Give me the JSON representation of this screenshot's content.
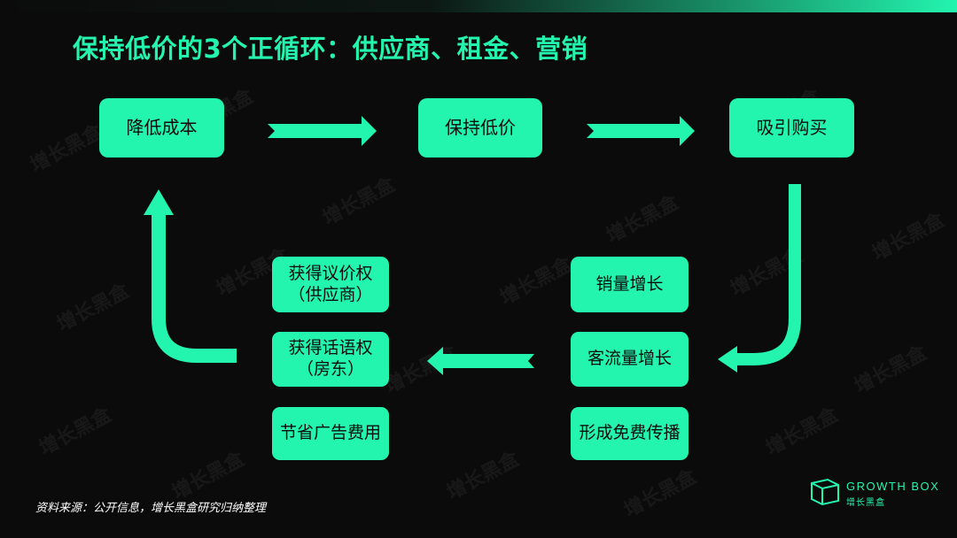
{
  "title": "保持低价的3个正循环：供应商、租金、营销",
  "nodes": {
    "reduce_cost": "降低成本",
    "keep_low_price": "保持低价",
    "attract_purchase": "吸引购买",
    "sales_growth": "销量增长",
    "traffic_growth": "客流量增长",
    "free_spread": "形成免费传播",
    "bargaining_power_line1": "获得议价权",
    "bargaining_power_line2": "（供应商）",
    "voice_power_line1": "获得话语权",
    "voice_power_line2": "（房东）",
    "save_ad_cost": "节省广告费用"
  },
  "source": "资料来源：公开信息，增长黑盒研究归纳整理",
  "logo": {
    "name_en": "GROWTH BOX",
    "name_cn": "增长黑盒"
  },
  "watermark": "增长黑盒",
  "colors": {
    "accent": "#23f5af",
    "background": "#0b0b0b",
    "text_on_accent": "#0d0d0d"
  }
}
